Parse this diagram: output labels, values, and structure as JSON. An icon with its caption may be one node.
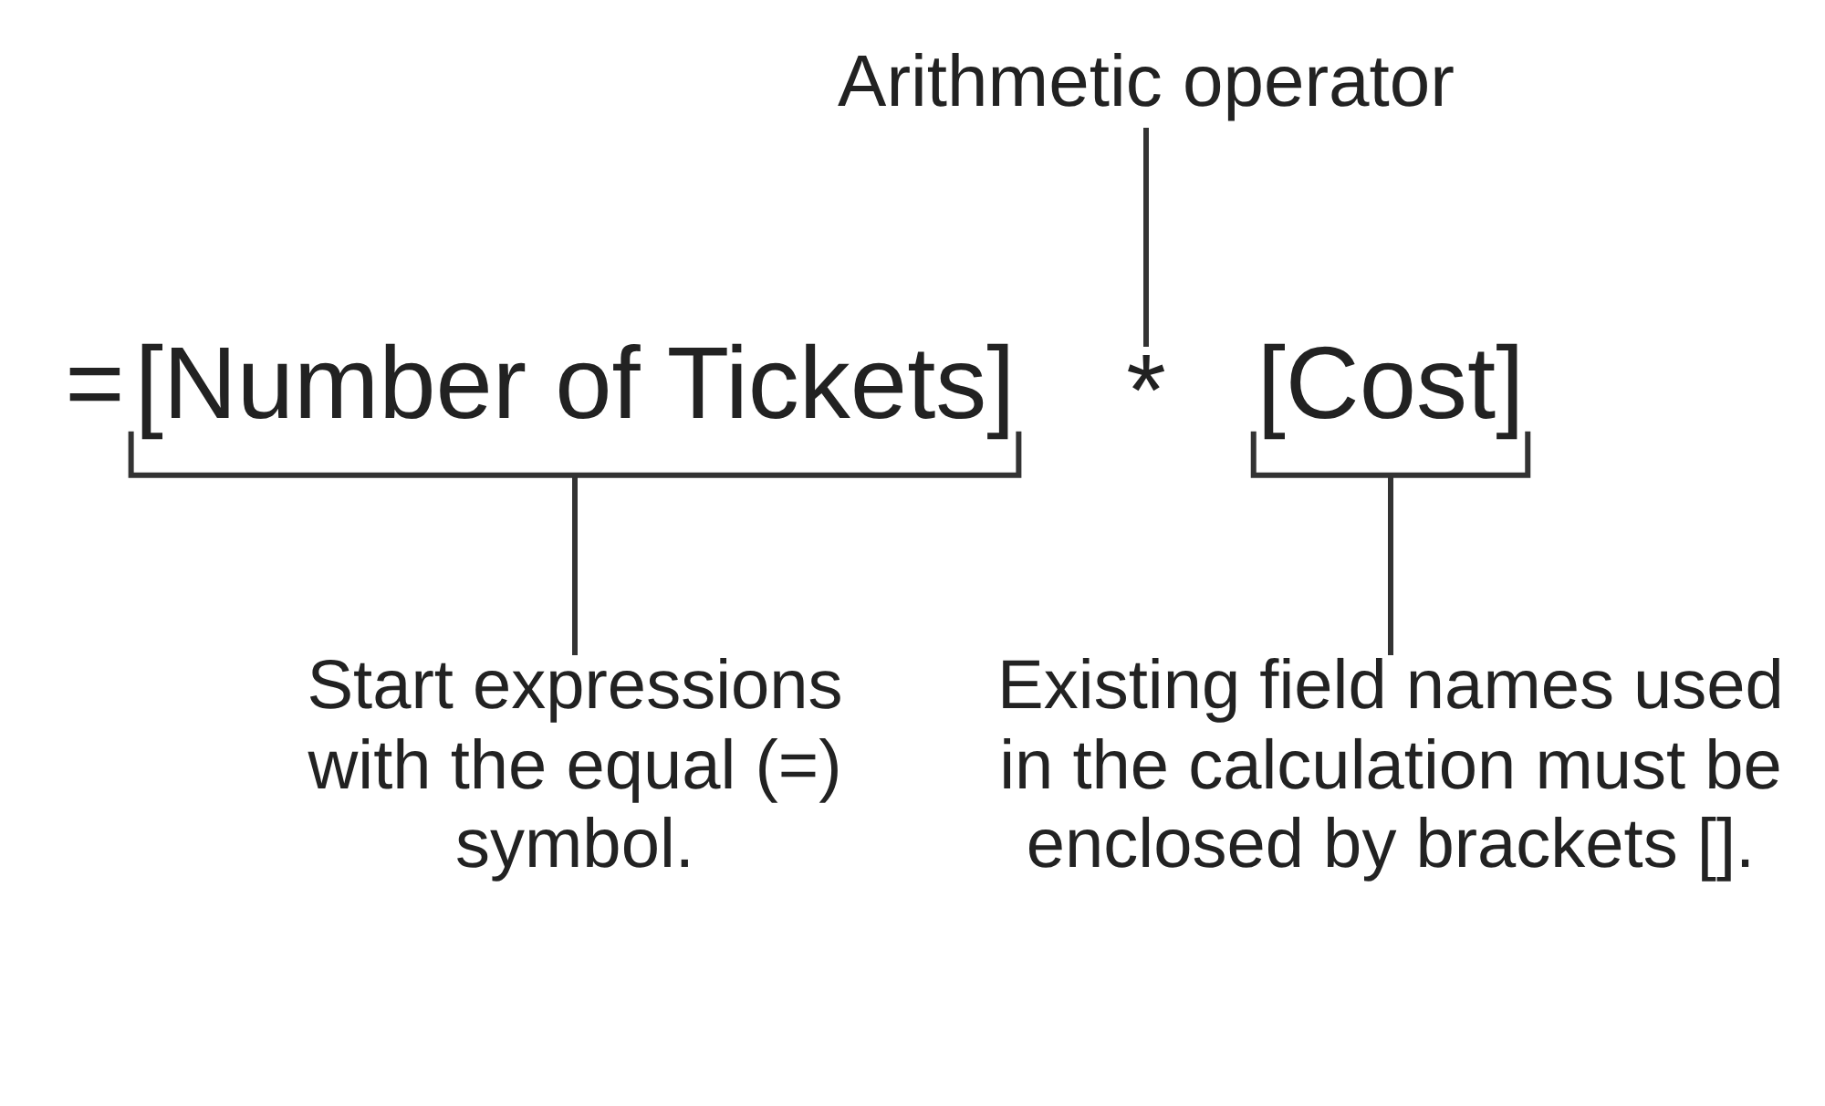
{
  "diagram": {
    "nodes": [
      {
        "text": [
          "="
        ]
      },
      {
        "text": [
          "[Number of Tickets]"
        ]
      },
      {
        "text": [
          "*"
        ]
      },
      {
        "text": [
          "[Cost]"
        ]
      },
      {
        "text": [
          "Arithmetic operator"
        ]
      },
      {
        "text": [
          "Start expressions with the equal (=) symbol."
        ]
      },
      {
        "text": [
          "Existing field names used in the calculation must be enclosed by brackets []."
        ]
      }
    ],
    "edges": [
      {
        "from": 4,
        "to": 2,
        "arrow": "none"
      },
      {
        "from": 5,
        "to": 1,
        "arrow": "none"
      },
      {
        "from": 6,
        "to": 3,
        "arrow": "none"
      }
    ]
  }
}
